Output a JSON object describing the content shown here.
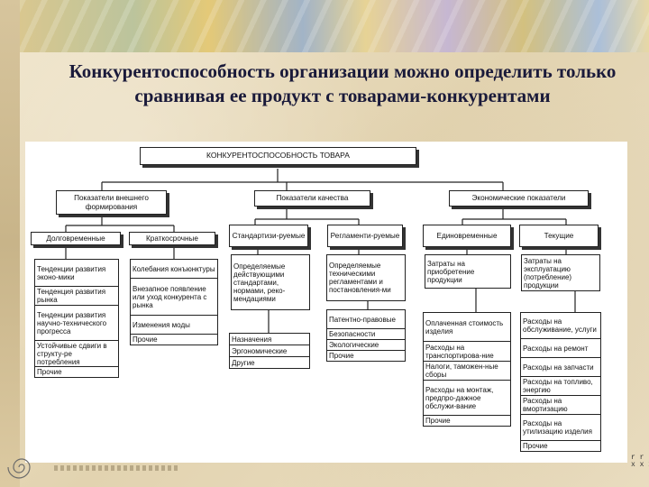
{
  "slide": {
    "title": "Конкурентоспособность организации можно определить только сравнивая ее продукт с товарами-конкурентами"
  },
  "diagram": {
    "root": "КОНКУРЕНТОСПОСОБНОСТЬ ТОВАРА",
    "groups": {
      "external": "Показатели внешнего формирования",
      "quality": "Показатели качества",
      "economic": "Экономические показатели"
    },
    "subgroups": {
      "long_term": "Долговременные",
      "short_term": "Краткосрочные",
      "standardized": "Стандартизи-руемые",
      "regulated": "Регламенти-руемые",
      "one_time": "Единовременные",
      "current": "Текущие"
    },
    "lists": {
      "long_term": [
        "Тенденции развития эконо-мики",
        "Тенденция развития рынка",
        "Тенденции развития научно-технического прогресса",
        "Устойчивые сдвиги в структу-ре потребления",
        "Прочие"
      ],
      "short_term": [
        "Колебания конъюнктуры",
        "Внезапное появление или уход конкурента с рынка",
        "Изменения моды",
        "Прочие"
      ],
      "standardized_head": "Определяемые действующими стандартами, нормами, реко-мендациями",
      "standardized": [
        "Назначения",
        "Эргономические",
        "Другие"
      ],
      "regulated_head": "Определяемые техническими регламентами и постановления-ми",
      "regulated": [
        "Патентно-правовые",
        "Безопасности",
        "Экологические",
        "Прочие"
      ],
      "one_time_head": "Затраты на приобретение продукции",
      "one_time": [
        "Оплаченная стоимость изделия",
        "Расходы на транспортирова-ние",
        "Налоги, таможен-ные сборы",
        "Расходы на монтаж, предпро-дажное обслужи-вание",
        "Прочие"
      ],
      "current_head": "Затраты на эксплуатацию (потребление) продукции",
      "current": [
        "Расходы на обслуживание, услуги",
        "Расходы на ремонт",
        "Расходы на запчасти",
        "Расходы на топливо, энергию",
        "Расходы на вмортизацию",
        "Расходы на утилизацию изделия",
        "Прочие"
      ]
    }
  },
  "footer": {
    "corner_text": "r r r\nx x x"
  }
}
